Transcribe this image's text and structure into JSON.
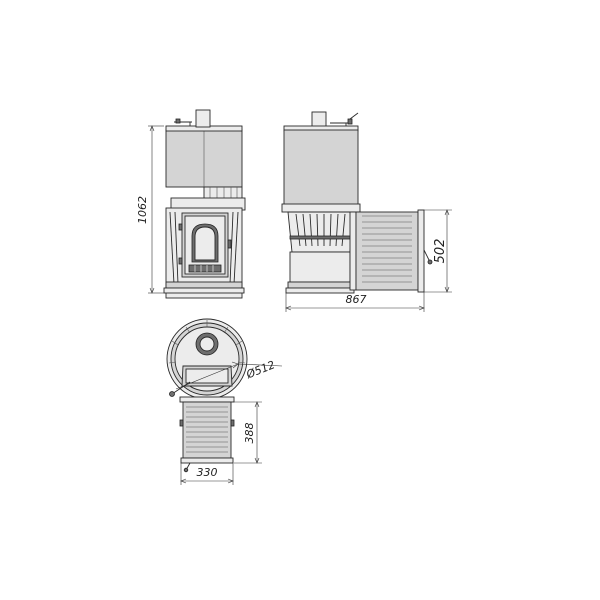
{
  "dimensions": {
    "front_height": "1062",
    "side_width": "867",
    "side_height": "502",
    "top_diameter": "Ø512",
    "top_depth": "388",
    "top_width": "330"
  },
  "colors": {
    "line": "#2a2a2a",
    "fill_body": "#d4d4d4",
    "fill_light": "#ececec",
    "fill_dark": "#6e6e6e"
  }
}
